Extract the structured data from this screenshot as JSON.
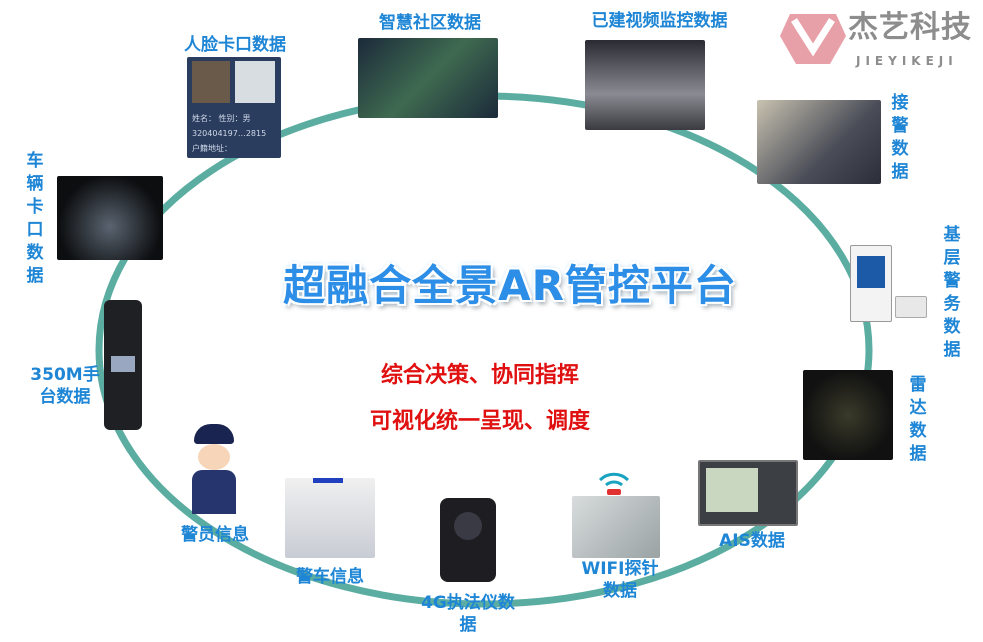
{
  "logo": {
    "name": "杰艺科技",
    "pinyin": "JIEYIKEJI",
    "color": "#e8a0a8"
  },
  "title": "超融合全景AR管控平台",
  "subtitles": [
    "综合决策、协同指挥",
    "可视化统一呈现、调度"
  ],
  "ring_color": "#5aada0",
  "label_color": "#1f86d6",
  "nodes": {
    "face": "人脸卡口数据",
    "community": "智慧社区数据",
    "video": "已建视频监控数据",
    "alarm": "接警数据",
    "grassroots": "基层警务数据",
    "radar": "雷达数据",
    "ais": "AIS数据",
    "wifi": "WIFI探针数据",
    "recorder": "4G执法仪数据",
    "car": "警车信息",
    "police": "警员信息",
    "radio": "350M手台数据",
    "vehicle": "车辆卡口数据"
  },
  "face_card": {
    "name_label": "姓名：",
    "gender_label": "性别：男",
    "id": "320404197",
    "id_tail": "2815",
    "address_label": "户籍地址："
  }
}
